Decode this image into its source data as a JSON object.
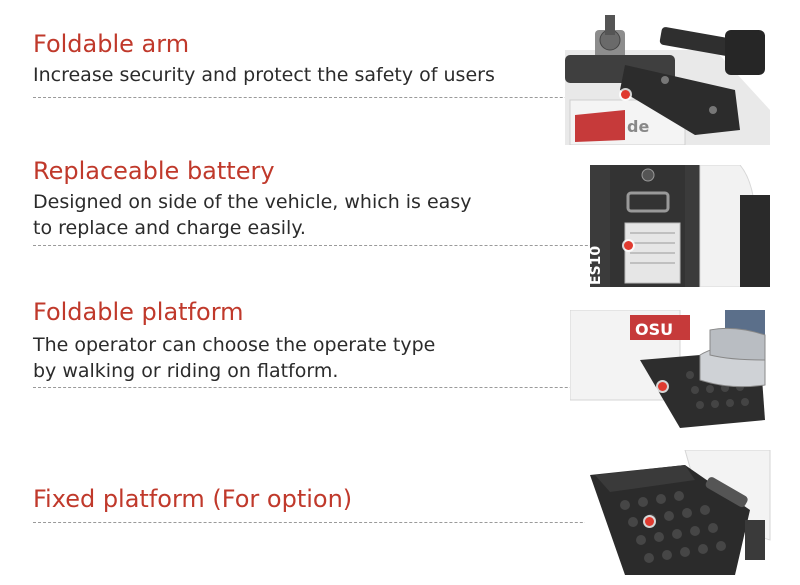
{
  "features": [
    {
      "title": "Foldable arm",
      "description": [
        "Increase security and protect the safety of users"
      ],
      "image_icon": "foldable-arm-photo"
    },
    {
      "title": "Replaceable battery",
      "description": [
        "Designed on side of the vehicle, which is easy",
        "to replace and charge easily."
      ],
      "image_icon": "replaceable-battery-photo"
    },
    {
      "title": "Foldable platform",
      "description": [
        "The operator can choose the operate type",
        "by walking or riding on flatform."
      ],
      "image_icon": "foldable-platform-photo"
    },
    {
      "title": "Fixed platform (For option)",
      "description": [],
      "image_icon": "fixed-platform-photo"
    }
  ],
  "colors": {
    "title": "#c0392b",
    "accent_dot": "#e03a2f",
    "text": "#2b2b2b",
    "rule": "#9a9a9a"
  }
}
